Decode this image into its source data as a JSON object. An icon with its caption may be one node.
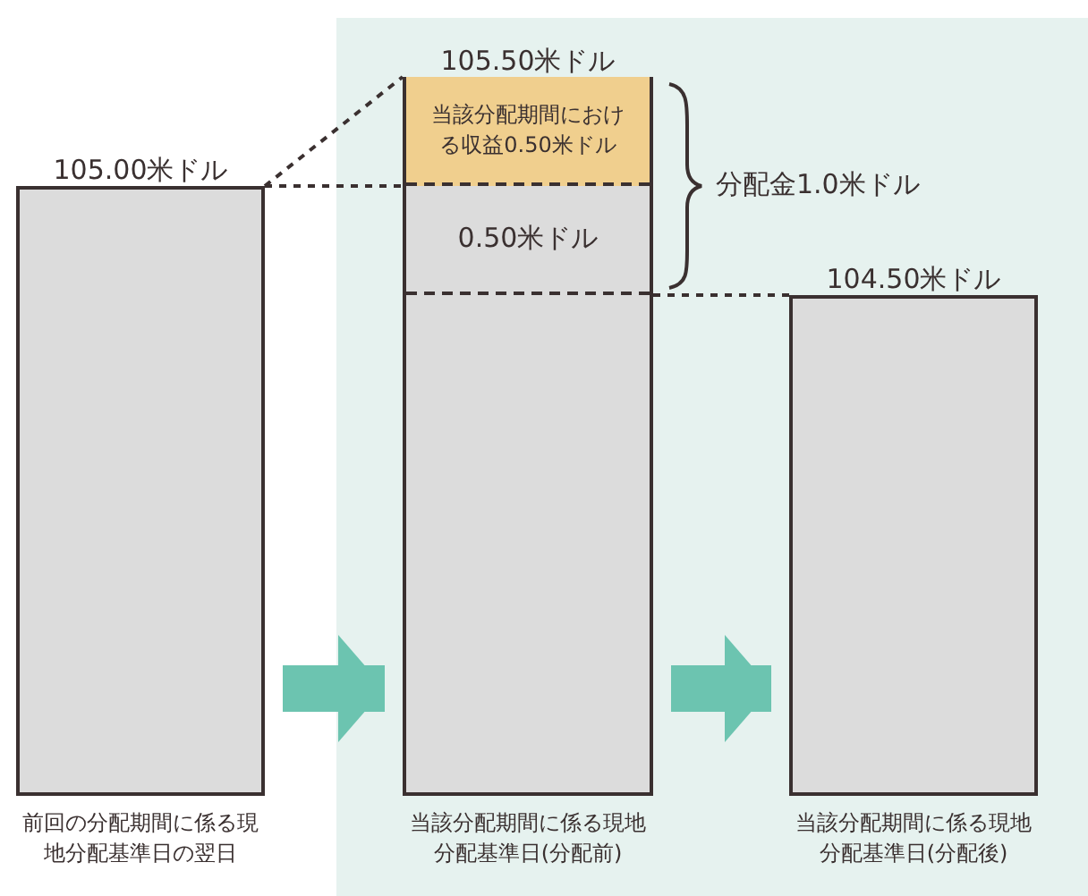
{
  "diagram": {
    "nodes": [
      {
        "text": [
          "105.00米ドル"
        ],
        "beside": [
          "前回の分配期間に係る現地分配基準日の翌日"
        ]
      },
      {
        "text": [
          "105.50米ドル"
        ],
        "beside": [
          "当該分配期間に係る現地分配基準日(分配前)"
        ]
      },
      {
        "text": [
          "当該分配期間における収益0.50米ドル"
        ],
        "in": 1
      },
      {
        "text": [
          "0.50米ドル"
        ],
        "in": 1
      },
      {
        "text": [
          "104.50米ドル"
        ],
        "beside": [
          "当該分配期間に係る現地分配基準日(分配後)"
        ]
      }
    ],
    "edges": [
      {
        "from": 0,
        "to": 2,
        "arrow": "none",
        "style": "dashed"
      },
      {
        "from": 0,
        "to": 3,
        "arrow": "none",
        "style": "dashed"
      },
      {
        "from": 3,
        "to": 4,
        "arrow": "none",
        "style": "dashed"
      },
      {
        "from": 0,
        "to": 1,
        "arrow": "to",
        "style": "thick",
        "color": "#6cc4b0"
      },
      {
        "from": 1,
        "to": 4,
        "arrow": "to",
        "style": "thick",
        "color": "#6cc4b0"
      }
    ],
    "labels": [
      "分配金1.0米ドル"
    ]
  }
}
